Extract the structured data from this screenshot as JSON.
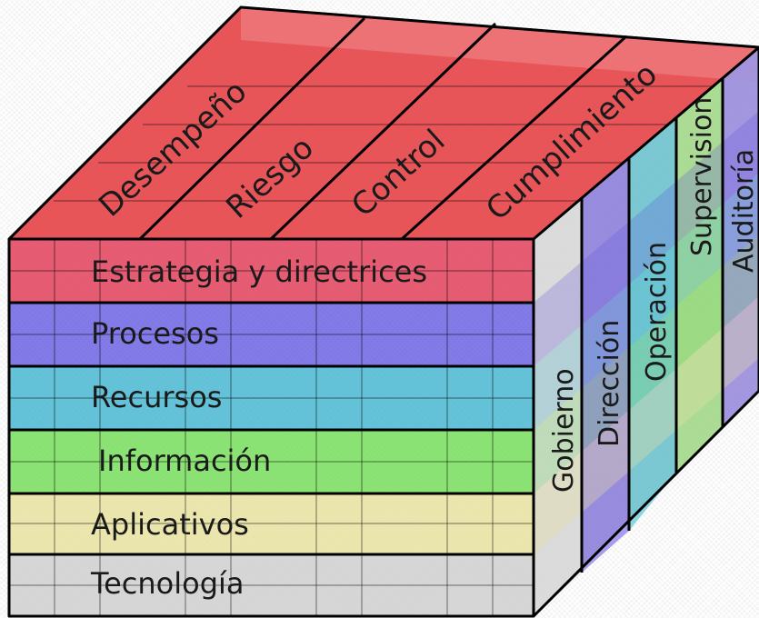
{
  "cube": {
    "front_layers": [
      {
        "label": "Estrategia y directrices",
        "color": "#e0405a"
      },
      {
        "label": "Procesos",
        "color": "#5a4fe0"
      },
      {
        "label": "Recursos",
        "color": "#3fb4cf"
      },
      {
        "label": "Información",
        "color": "#6fdc52"
      },
      {
        "label": "Aplicativos",
        "color": "#e8e0a0"
      },
      {
        "label": "Tecnología",
        "color": "#d2d2d2"
      }
    ],
    "top_columns": [
      {
        "label": "Desempeño"
      },
      {
        "label": "Riesgo"
      },
      {
        "label": "Control"
      },
      {
        "label": "Cumplimiento"
      }
    ],
    "side_slices": [
      {
        "label": "Gobierno"
      },
      {
        "label": "Dirección"
      },
      {
        "label": "Operación"
      },
      {
        "label": "Supervision"
      },
      {
        "label": "Auditoría"
      }
    ],
    "top_color": "#e23a3f"
  }
}
